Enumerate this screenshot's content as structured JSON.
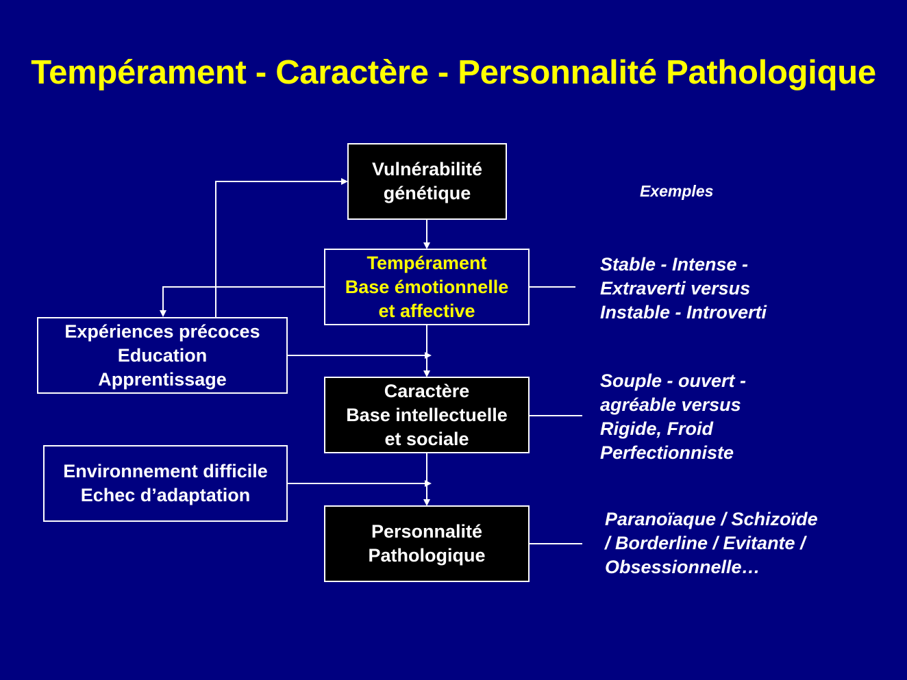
{
  "slide": {
    "title": "Tempérament - Caractère - Personnalité Pathologique",
    "colors": {
      "background": "#000080",
      "title": "#ffff00",
      "box_black": "#000000",
      "line": "#ffffff",
      "temperament_text": "#ffff00"
    }
  },
  "diagram": {
    "genetic": {
      "line1": "Vulnérabilité",
      "line2": "génétique"
    },
    "temperament": {
      "line1": "Tempérament",
      "line2": "Base émotionnelle",
      "line3": "et affective"
    },
    "early": {
      "line1": "Expériences précoces",
      "line2": "Education",
      "line3": "Apprentissage"
    },
    "character": {
      "line1": "Caractère",
      "line2": "Base intellectuelle",
      "line3": "et sociale"
    },
    "environment": {
      "line1": "Environnement difficile",
      "line2": "Echec d’adaptation"
    },
    "pathological": {
      "line1": "Personnalité",
      "line2": "Pathologique"
    }
  },
  "examples": {
    "heading": "Exemples",
    "temperament": [
      "Stable - Intense -",
      "Extraverti versus",
      "Instable - Introverti"
    ],
    "character": [
      "Souple - ouvert -",
      "agréable versus",
      "Rigide, Froid",
      "Perfectionniste"
    ],
    "pathological": [
      "Paranoïaque / Schizoïde",
      "/ Borderline / Evitante /",
      "Obsessionnelle…"
    ]
  }
}
